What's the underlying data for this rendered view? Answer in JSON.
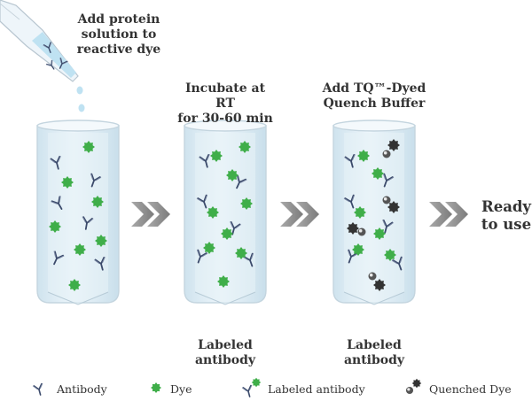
{
  "steps": {
    "step1": {
      "line1": "Add protein",
      "line2": "solution to",
      "line3": "reactive dye"
    },
    "step2": {
      "line1": "Incubate at RT",
      "line2": "for 30-60 min"
    },
    "step3": {
      "line1": "Add TQ™-Dyed",
      "line2": "Quench Buffer"
    },
    "ready": {
      "line1": "Ready",
      "line2": "to use"
    }
  },
  "tube_captions": {
    "tube2": "Labeled antibody",
    "tube3": "Labeled antibody"
  },
  "legend": {
    "antibody": "Antibody",
    "dye": "Dye",
    "labeled_antibody": "Labeled antibody",
    "quenched_dye": "Quenched Dye"
  },
  "colors": {
    "dye_green": "#3fae49",
    "antibody_navy": "#3b4a6b",
    "quencher": "#333333",
    "tube_fill": "#e3f0f8",
    "arrow": "#8a8a8a"
  }
}
